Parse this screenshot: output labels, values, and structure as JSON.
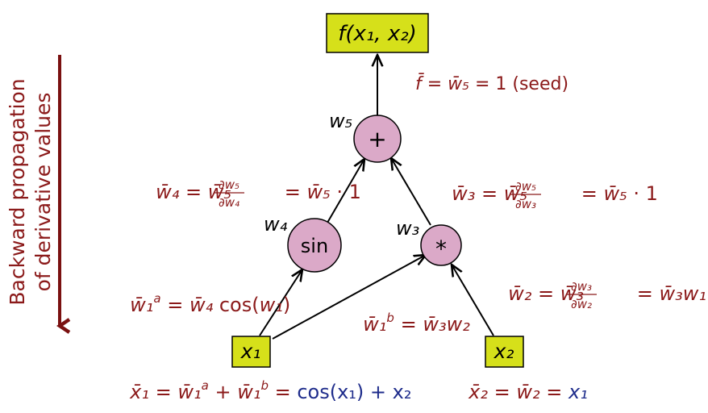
{
  "colors": {
    "box_fill": "#d6e01a",
    "node_fill": "#dba9c8",
    "annotation": "#8b1a1a",
    "result": "#1f2d8c",
    "edge": "#000000"
  },
  "nodes": {
    "output": {
      "label": "f(x₁, x₂)"
    },
    "x1": {
      "label": "x₁"
    },
    "x2": {
      "label": "x₂"
    },
    "plus": {
      "op": "+",
      "var": "w₅"
    },
    "sin": {
      "op": "sin",
      "var": "w₄"
    },
    "mult": {
      "op": "*",
      "var": "w₃"
    }
  },
  "side_label": {
    "line1": "Backward propagation",
    "line2": "of derivative values"
  },
  "annotations": {
    "seed": {
      "fbar": "f̄",
      "eq1": " = ",
      "w5bar": "w̄₅",
      "eq2": " = 1 ",
      "note": "(seed)"
    },
    "w4bar": {
      "lhs": "w̄₄",
      "eq1": " = ",
      "w5": "w̄₅",
      "num": "∂w₅",
      "den": "∂w₄",
      "eq2": " = ",
      "w5b": "w̄₅",
      "tail": " · 1"
    },
    "w3bar": {
      "lhs": "w̄₃",
      "eq1": " = ",
      "w5": "w̄₅",
      "num": "∂w₅",
      "den": "∂w₃",
      "eq2": " = ",
      "w5b": "w̄₅",
      "tail": " · 1"
    },
    "w1a": {
      "lhs": "w̄₁",
      "sup": "a",
      "eq1": " = ",
      "w4": "w̄₄",
      "cos": " cos(",
      "arg": "w₁",
      "close": ")"
    },
    "w1b": {
      "lhs": "w̄₁",
      "sup": "b",
      "eq1": " = ",
      "w3": "w̄₃",
      "w2": "w₂"
    },
    "w2bar": {
      "lhs": "w̄₂",
      "eq1": " = ",
      "w3": "w̄₃",
      "num": "∂w₃",
      "den": "∂w₂",
      "eq2": " = ",
      "w3b": "w̄₃",
      "w1": "w₁"
    },
    "x1bar": {
      "lhs": "x̄₁",
      "eq1": " = ",
      "t1": "w̄₁",
      "t1sup": "a",
      "plus": " + ",
      "t2": "w̄₁",
      "t2sup": "b",
      "eq2": " = ",
      "result": "cos(x₁) + x₂"
    },
    "x2bar": {
      "lhs": "x̄₂",
      "eq1": " = ",
      "mid": "w̄₂",
      "eq2": " = ",
      "result": "x₁"
    }
  }
}
